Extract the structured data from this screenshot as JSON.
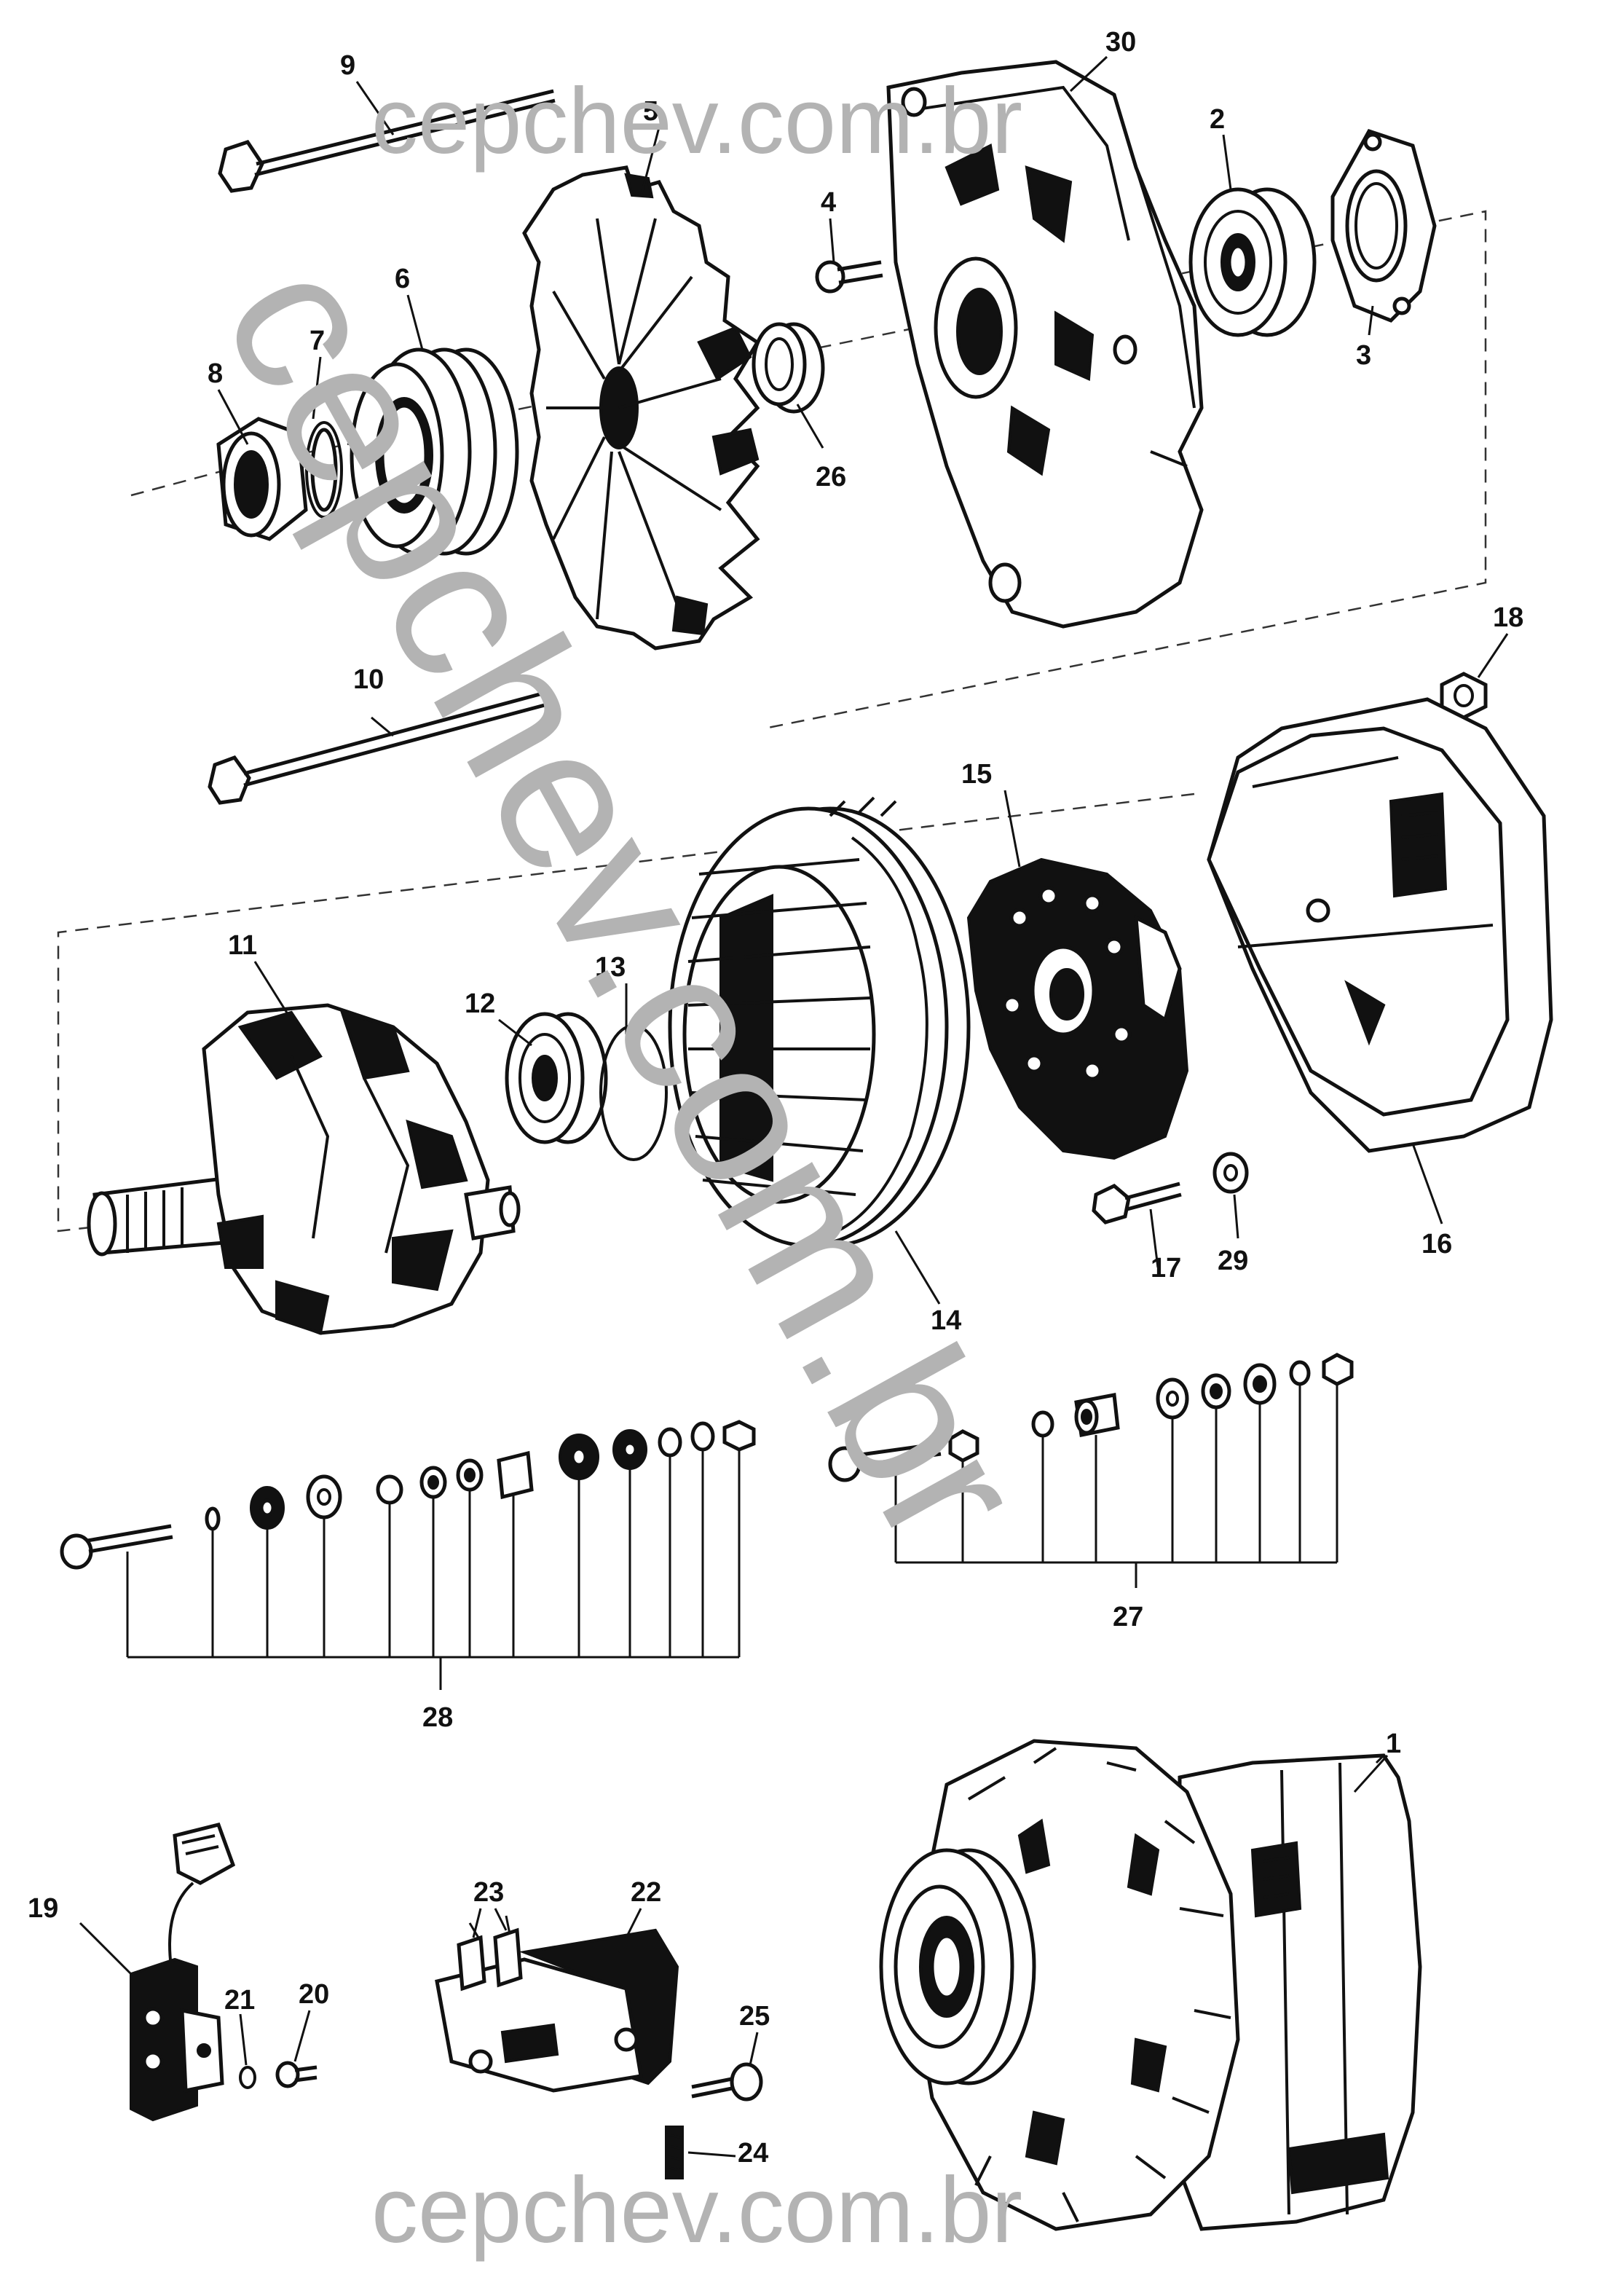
{
  "watermark": {
    "top": "cepchev.com.br",
    "diagonal": "cepchev.com.br",
    "bottom": "cepchev.com.br"
  },
  "callouts": {
    "c1": "1",
    "c2": "2",
    "c3": "3",
    "c4": "4",
    "c5": "5",
    "c6": "6",
    "c7": "7",
    "c8": "8",
    "c9": "9",
    "c10": "10",
    "c11": "11",
    "c12": "12",
    "c13": "13",
    "c14": "14",
    "c15": "15",
    "c16": "16",
    "c17": "17",
    "c18": "18",
    "c19": "19",
    "c20": "20",
    "c21": "21",
    "c22": "22",
    "c23": "23",
    "c24": "24",
    "c25": "25",
    "c26": "26",
    "c27": "27",
    "c28": "28",
    "c29": "29",
    "c30": "30"
  }
}
